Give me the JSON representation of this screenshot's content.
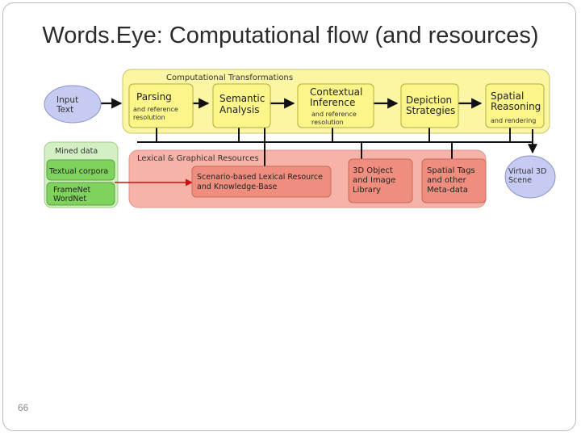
{
  "slide": {
    "title": "Words.Eye: Computational flow (and resources)",
    "page_number": "66"
  },
  "diagram": {
    "computational_group": {
      "label": "Computational Transformations"
    },
    "input": {
      "lines": [
        "Input",
        "Text"
      ]
    },
    "stages": [
      {
        "title": [
          "Parsing"
        ],
        "sub": [
          "and reference",
          "resolution"
        ]
      },
      {
        "title": [
          "Semantic",
          "Analysis"
        ],
        "sub": []
      },
      {
        "title": [
          "Contextual",
          "Inference"
        ],
        "sub": [
          "and reference",
          "resolution"
        ]
      },
      {
        "title": [
          "Depiction",
          "Strategies"
        ],
        "sub": []
      },
      {
        "title": [
          "Spatial",
          "Reasoning"
        ],
        "sub": [
          "and rendering"
        ]
      }
    ],
    "output": {
      "lines": [
        "Virtual 3D",
        "Scene"
      ]
    },
    "mined_data": {
      "label": "Mined data",
      "items": [
        [
          "Textual corpora"
        ],
        [
          "FrameNet",
          "WordNet"
        ]
      ]
    },
    "resources_group": {
      "label": "Lexical & Graphical Resources"
    },
    "resources": [
      {
        "lines": [
          "Scenario-based Lexical Resource",
          "and Knowledge-Base"
        ]
      },
      {
        "lines": [
          "3D Object",
          "and Image",
          "Library"
        ]
      },
      {
        "lines": [
          "Spatial Tags",
          "and other",
          "Meta-data"
        ]
      }
    ],
    "colors": {
      "comp_group": "#fbf6a4",
      "stage": "#fbf58a",
      "input": "#c6cbf1",
      "mined_group": "#d3efc4",
      "mined_item": "#7fd35c",
      "res_group": "#f7b3a8",
      "resource": "#ef8e7f",
      "arrow_red": "#d01010"
    }
  }
}
